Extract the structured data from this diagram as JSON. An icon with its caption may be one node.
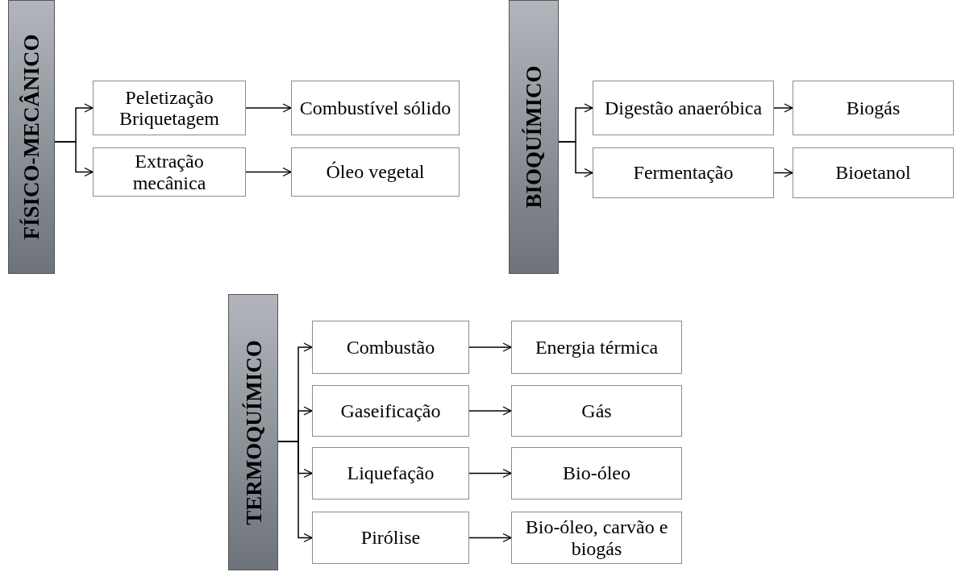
{
  "diagram": {
    "nodes": [
      {
        "text": [
          "FÍSICO-MECÂNICO"
        ]
      },
      {
        "text": [
          "Peletização Briquetagem"
        ]
      },
      {
        "text": [
          "Combustível sólido"
        ]
      },
      {
        "text": [
          "Extração mecânica"
        ]
      },
      {
        "text": [
          "Óleo vegetal"
        ]
      },
      {
        "text": [
          "BIOQUÍMICO"
        ]
      },
      {
        "text": [
          "Digestão anaeróbica"
        ]
      },
      {
        "text": [
          "Biogás"
        ]
      },
      {
        "text": [
          "Fermentação"
        ]
      },
      {
        "text": [
          "Bioetanol"
        ]
      },
      {
        "text": [
          "TERMOQUÍMICO"
        ]
      },
      {
        "text": [
          "Combustão"
        ]
      },
      {
        "text": [
          "Energia térmica"
        ]
      },
      {
        "text": [
          "Gaseificação"
        ]
      },
      {
        "text": [
          "Gás"
        ]
      },
      {
        "text": [
          "Liquefação"
        ]
      },
      {
        "text": [
          "Bio-óleo"
        ]
      },
      {
        "text": [
          "Pirólise"
        ]
      },
      {
        "text": [
          "Bio-óleo, carvão e biogás"
        ]
      }
    ],
    "edges": [
      {
        "from": 0,
        "to": 1,
        "arrow": "to"
      },
      {
        "from": 0,
        "to": 3,
        "arrow": "to"
      },
      {
        "from": 1,
        "to": 2,
        "arrow": "to"
      },
      {
        "from": 3,
        "to": 4,
        "arrow": "to"
      },
      {
        "from": 5,
        "to": 6,
        "arrow": "to"
      },
      {
        "from": 5,
        "to": 8,
        "arrow": "to"
      },
      {
        "from": 6,
        "to": 7,
        "arrow": "to"
      },
      {
        "from": 8,
        "to": 9,
        "arrow": "to"
      },
      {
        "from": 10,
        "to": 11,
        "arrow": "to"
      },
      {
        "from": 10,
        "to": 13,
        "arrow": "to"
      },
      {
        "from": 10,
        "to": 15,
        "arrow": "to"
      },
      {
        "from": 10,
        "to": 17,
        "arrow": "to"
      },
      {
        "from": 11,
        "to": 12,
        "arrow": "to"
      },
      {
        "from": 13,
        "to": 14,
        "arrow": "to"
      },
      {
        "from": 15,
        "to": 16,
        "arrow": "to"
      },
      {
        "from": 17,
        "to": 18,
        "arrow": "to"
      }
    ]
  }
}
